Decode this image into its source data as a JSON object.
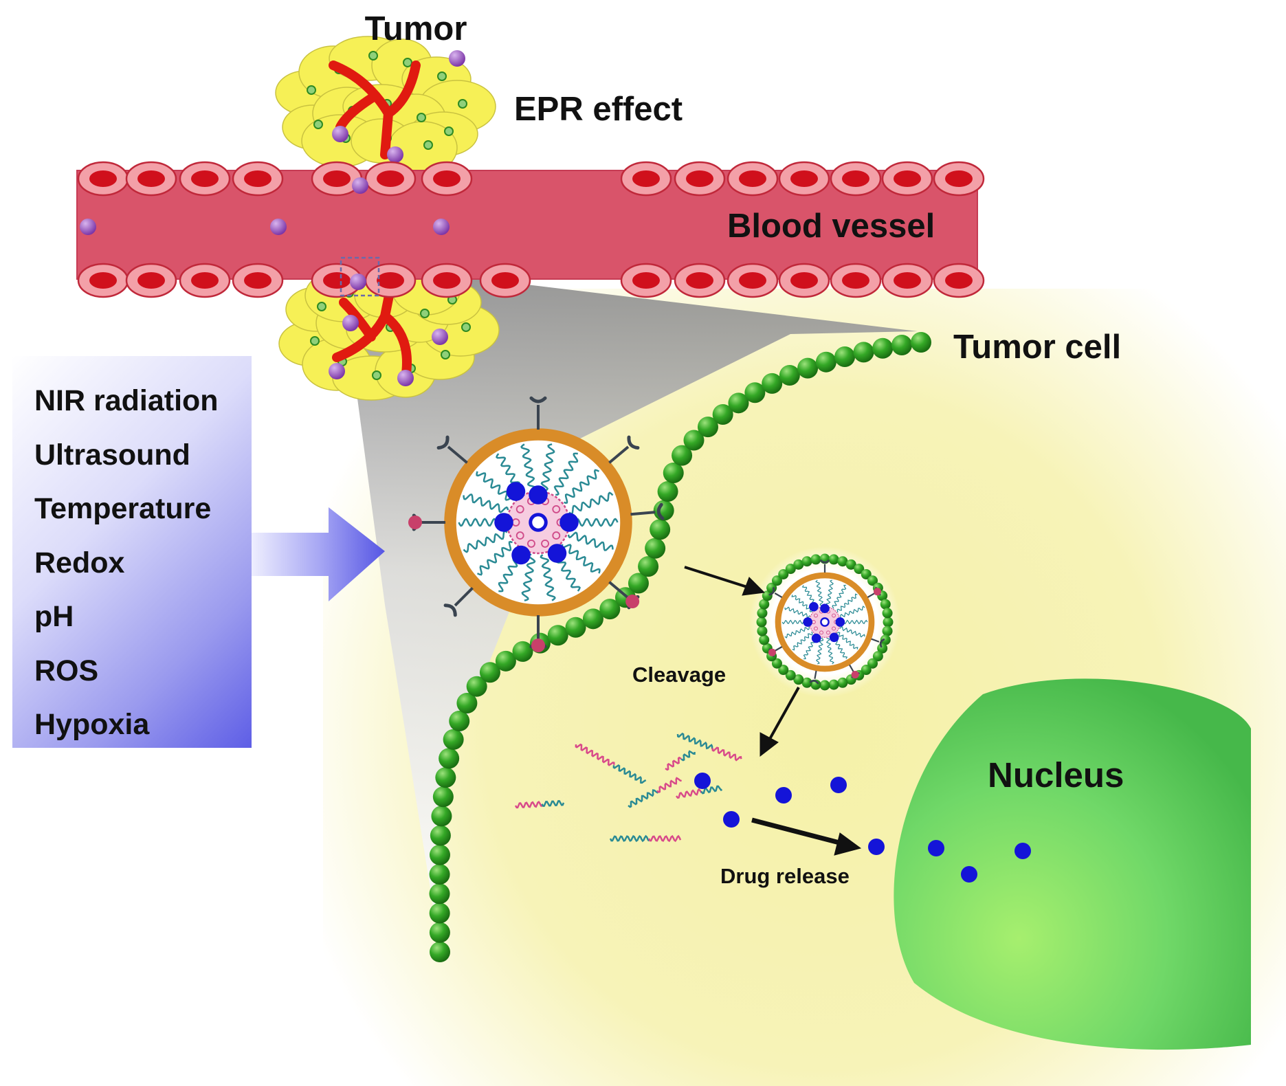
{
  "labels": {
    "tumor": "Tumor",
    "epr_effect": "EPR effect",
    "blood_vessel": "Blood vessel",
    "tumor_cell": "Tumor cell",
    "cleavage": "Cleavage",
    "nucleus": "Nucleus",
    "drug_release": "Drug release"
  },
  "stimuli": [
    "NIR radiation",
    "Ultrasound",
    "Temperature",
    "Redox",
    "pH",
    "ROS",
    "Hypoxia"
  ],
  "colors": {
    "vessel": "#d9546a",
    "rbc_outer": "#f3a0a8",
    "rbc_inner": "#d0101c",
    "tumor_cell_body": "#f6f056",
    "cytoplasm": "#f7f2b8",
    "membrane_bead": "#2e9c22",
    "nanoparticle_shell": "#d98c28",
    "drug": "#1414d8",
    "nanoparticle_purple": "#9a4fbf",
    "nucleus": "#68d868",
    "stimulus_arrow": "#6c6cee"
  },
  "icons": [
    "tumor-mass-icon",
    "red-blood-cell-icon",
    "nanoparticle-icon",
    "micelle-icon",
    "drug-molecule-icon",
    "antibody-ligand-icon"
  ]
}
